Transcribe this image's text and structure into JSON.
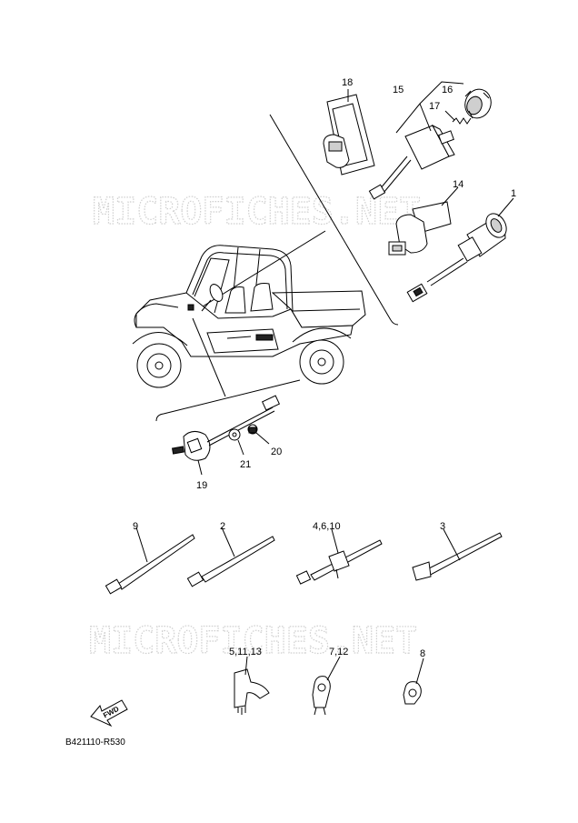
{
  "watermarks": [
    "MICROFICHES.NET",
    "MICROFICHES.NET"
  ],
  "callouts": {
    "c1": "1",
    "c14": "14",
    "c15": "15",
    "c16": "16",
    "c17": "17",
    "c18": "18",
    "c19": "19",
    "c20": "20",
    "c21": "21",
    "c9": "9",
    "c2": "2",
    "c4_6_10": "4,6,10",
    "c3": "3",
    "c5_11_13": "5,11,13",
    "c7_12": "7,12",
    "c8": "8"
  },
  "fwd_label": "FWD",
  "diagram_code": "B421110-R530"
}
